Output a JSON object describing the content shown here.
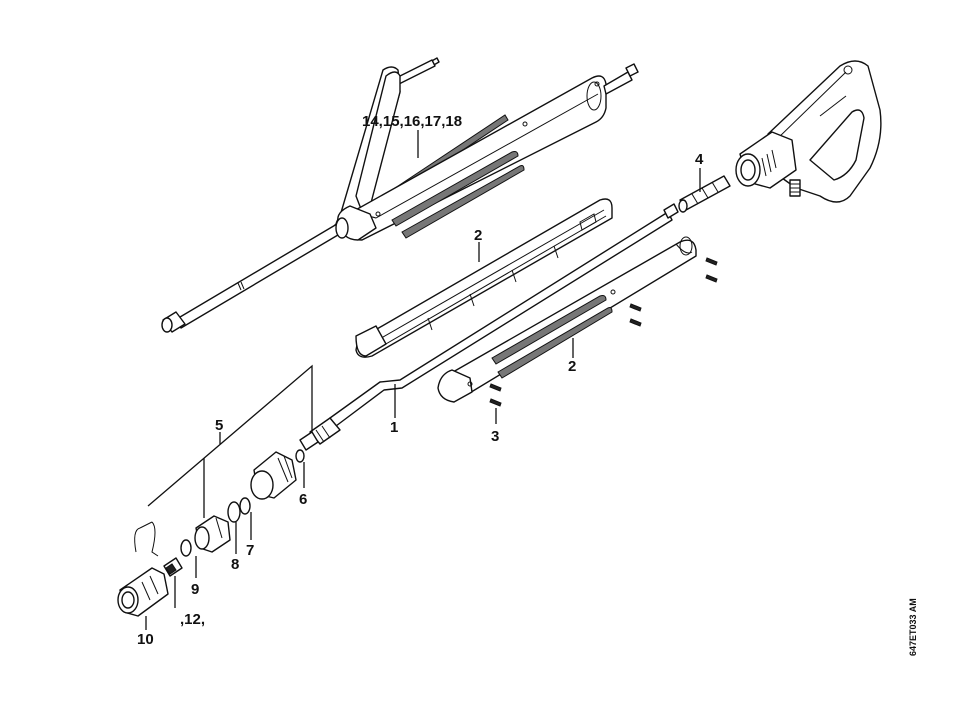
{
  "diagram": {
    "title": "Spray lance exploded parts view",
    "drawing_code": "647ET033 AM",
    "callouts": [
      {
        "id": "c1",
        "text": "1",
        "part": "spray-tube"
      },
      {
        "id": "c2a",
        "text": "2",
        "part": "handle-shell-inner"
      },
      {
        "id": "c2b",
        "text": "2",
        "part": "handle-shell-outer"
      },
      {
        "id": "c3",
        "text": "3",
        "part": "screws"
      },
      {
        "id": "c4",
        "text": "4",
        "part": "connector-nipple"
      },
      {
        "id": "c5",
        "text": "5",
        "part": "nozzle-kit"
      },
      {
        "id": "c6",
        "text": "6",
        "part": "o-ring-small"
      },
      {
        "id": "c7",
        "text": "7",
        "part": "o-ring"
      },
      {
        "id": "c8",
        "text": "8",
        "part": "o-ring-large"
      },
      {
        "id": "c9",
        "text": "9",
        "part": "o-ring-nozzle"
      },
      {
        "id": "c10",
        "text": "10",
        "part": "nozzle-cap"
      },
      {
        "id": "c12",
        "text": ",12,",
        "part": "nozzle-insert"
      },
      {
        "id": "c14",
        "text": "14,15,16,17,18",
        "part": "complete-lance"
      }
    ]
  }
}
